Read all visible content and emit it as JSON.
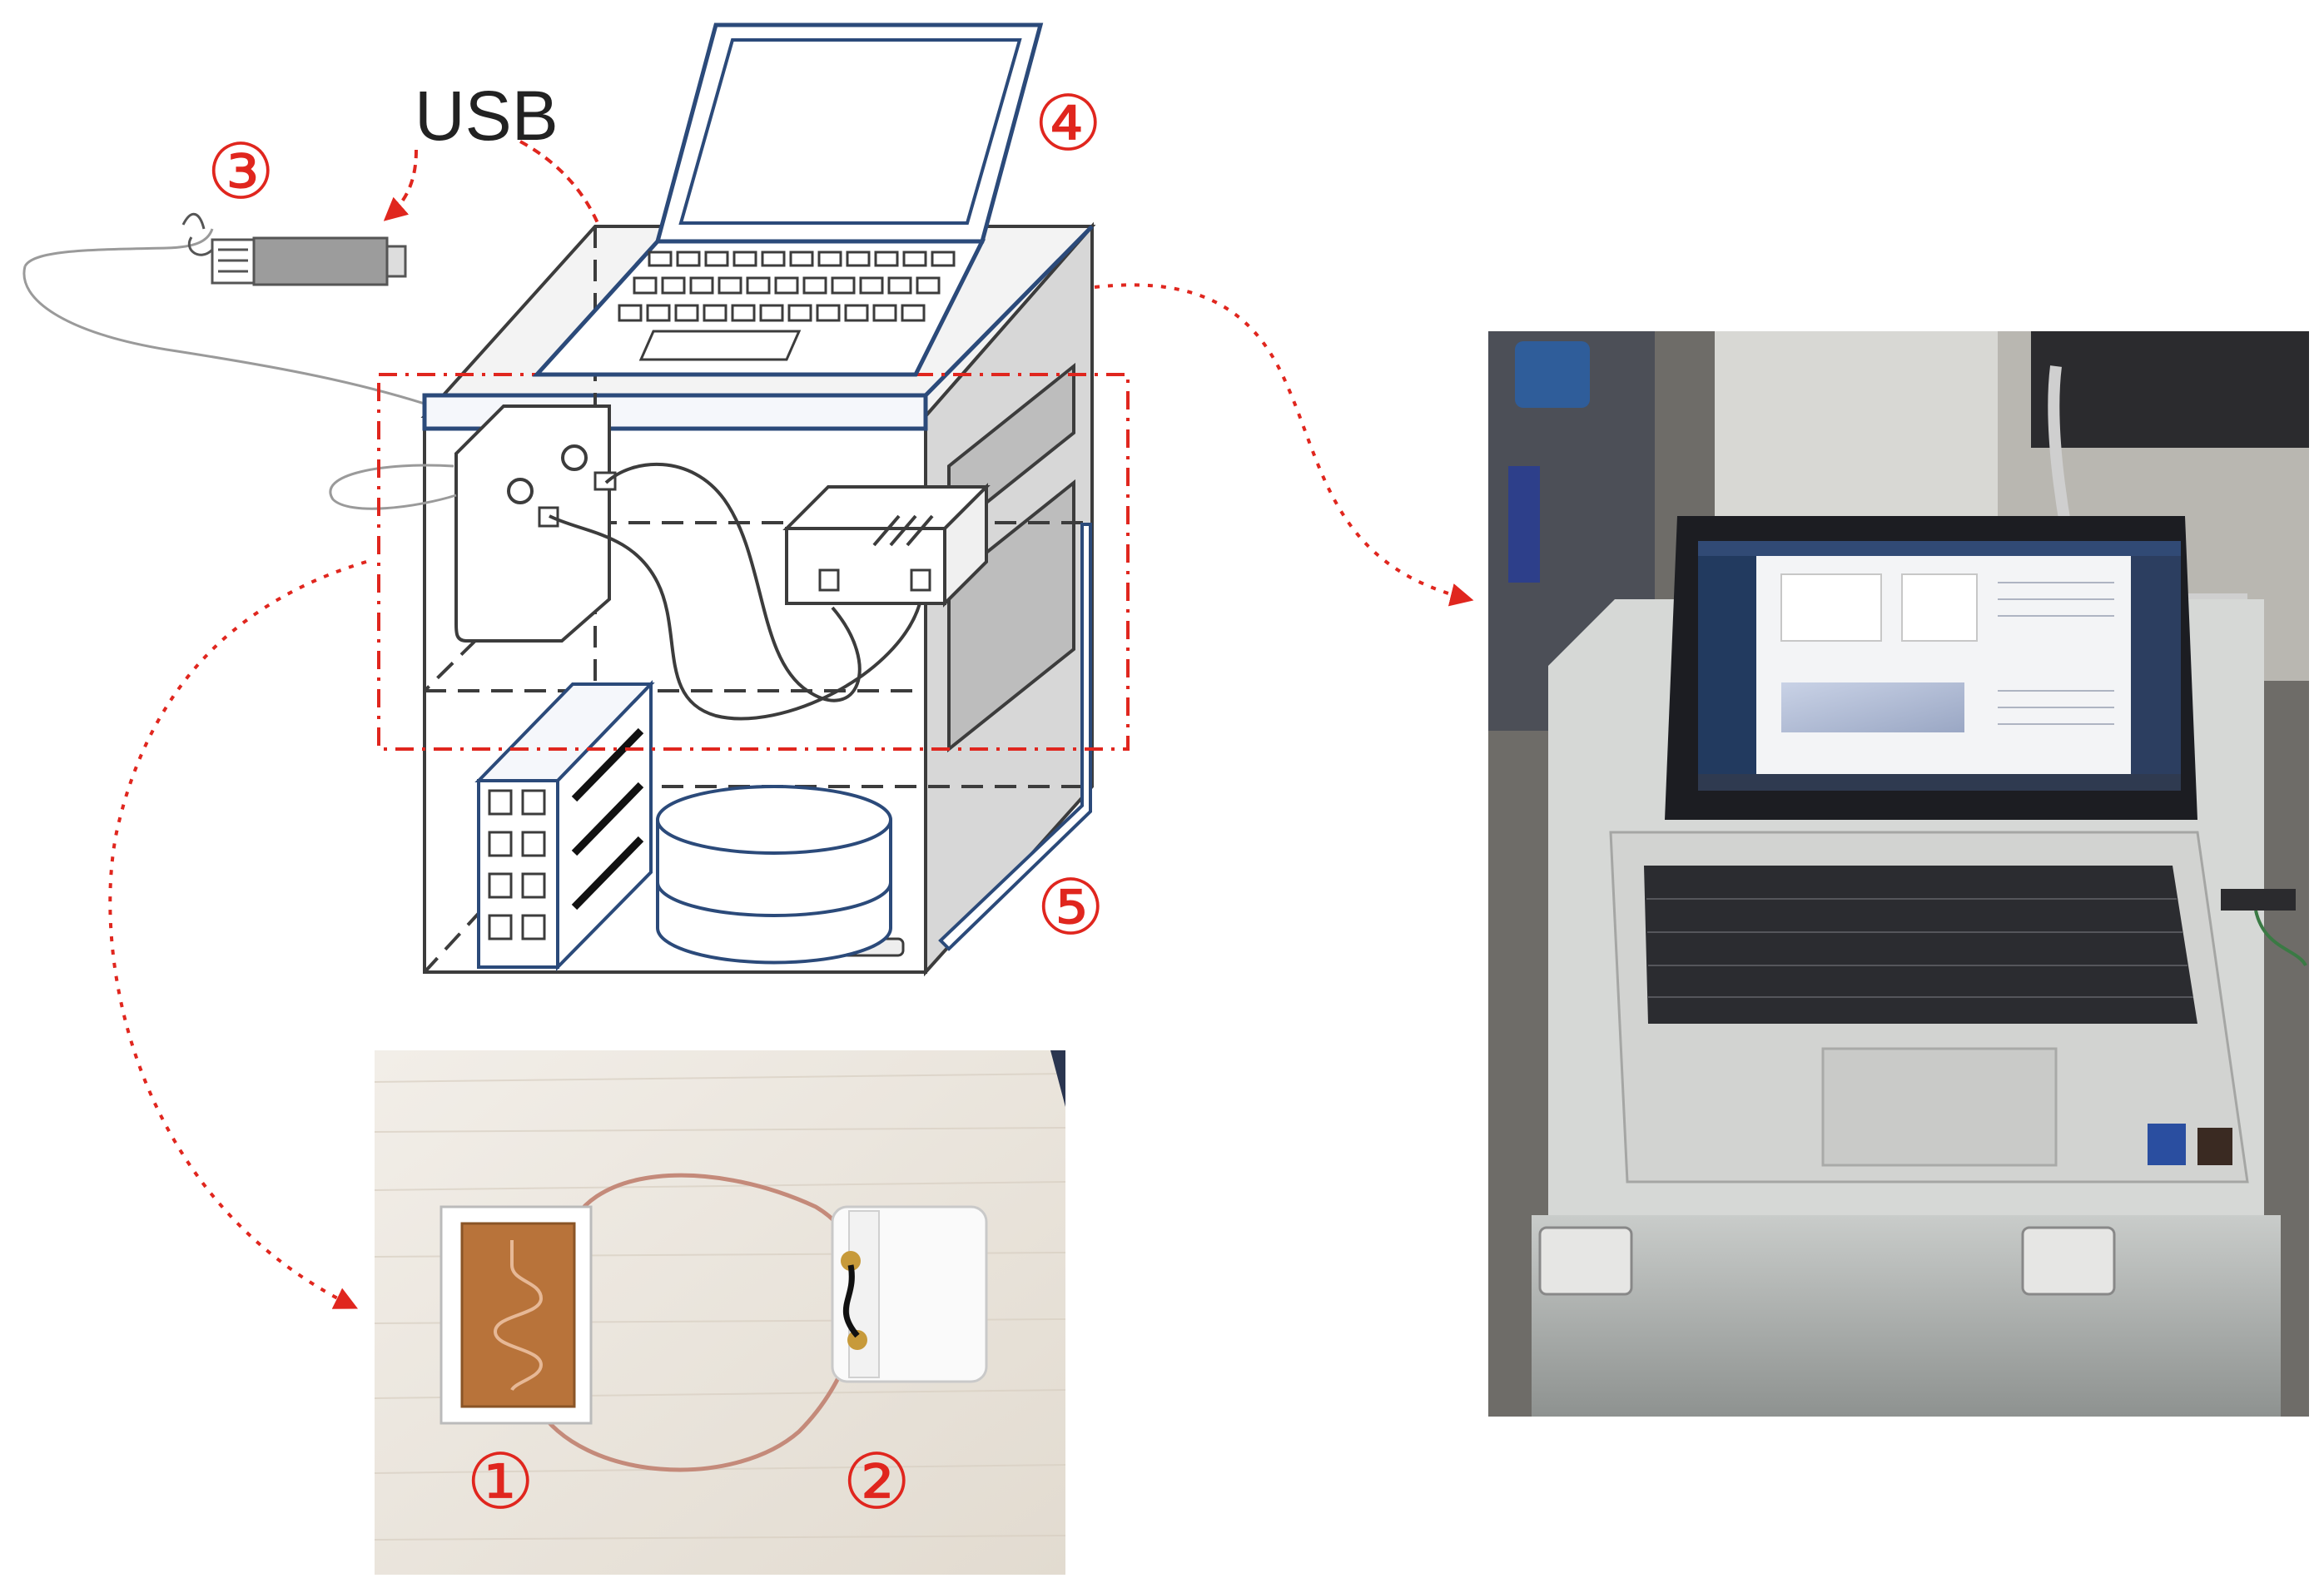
{
  "labels": {
    "usb": "USB",
    "m1": "①",
    "m2": "②",
    "m3": "③",
    "m4": "④",
    "m5": "⑤"
  },
  "colors": {
    "annotation_red": "#e0261e",
    "line_dark": "#3c3c3c",
    "laptop_blue": "#2b4a7a",
    "cabinet_grey": "#d7d7d7",
    "cable_pink": "#c48a7a",
    "copper": "#b8733a"
  },
  "icons": {
    "usb_adapter": "usb-adapter-icon",
    "laptop": "laptop-icon",
    "cabinet": "cabinet-icon"
  }
}
